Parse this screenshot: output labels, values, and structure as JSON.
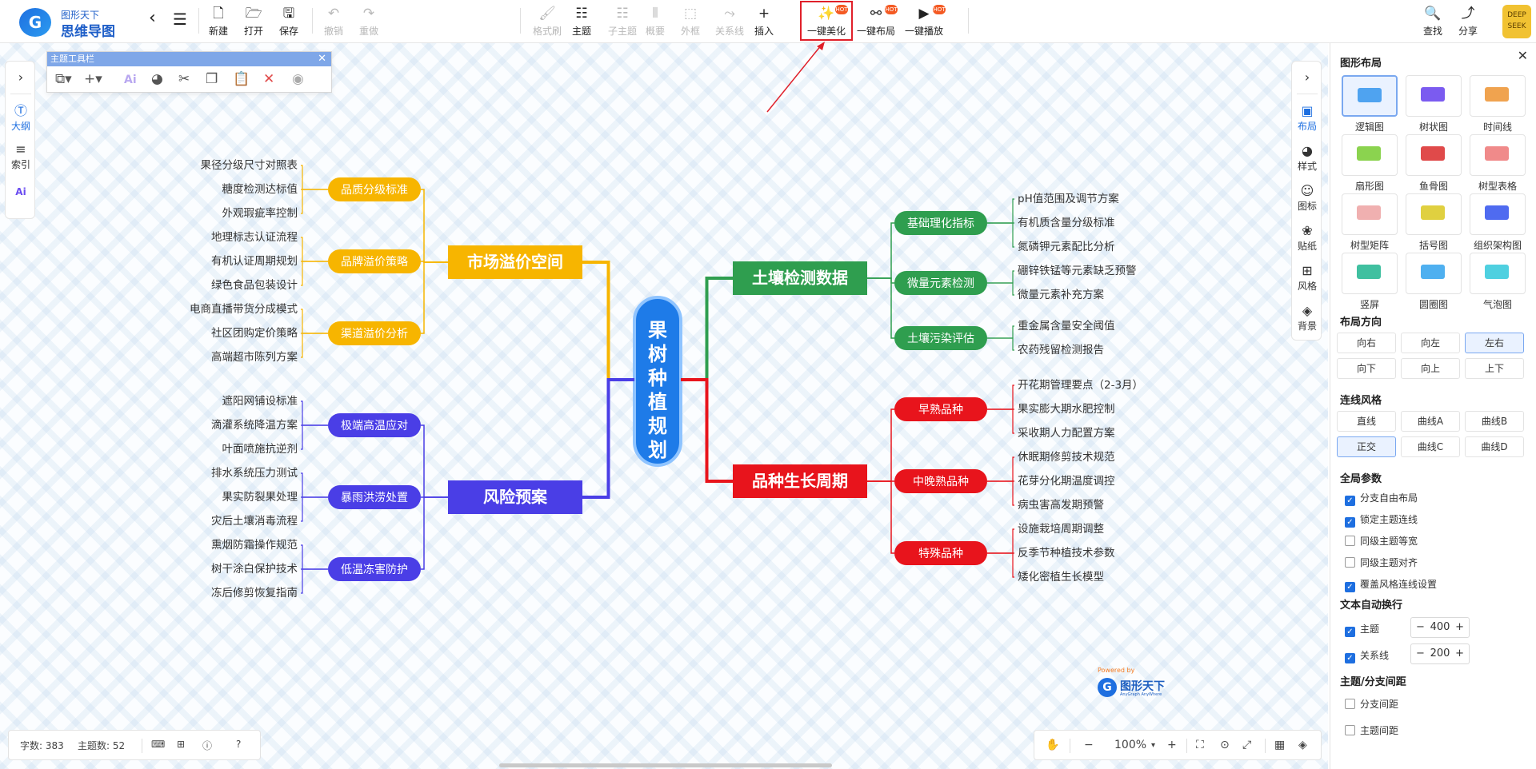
{
  "app": {
    "brand_top": "图形天下",
    "brand_name": "思维导图",
    "logo_letter": "G"
  },
  "toolbar": {
    "items": [
      {
        "label": "新建",
        "icon": "file-icon",
        "enabled": true
      },
      {
        "label": "打开",
        "icon": "folder-icon",
        "enabled": true
      },
      {
        "label": "保存",
        "icon": "save-icon",
        "enabled": true
      },
      {
        "label": "撤销",
        "icon": "undo-icon",
        "enabled": false
      },
      {
        "label": "重做",
        "icon": "redo-icon",
        "enabled": false
      },
      {
        "label": "格式刷",
        "icon": "brush-icon",
        "enabled": false
      },
      {
        "label": "主题",
        "icon": "topic-icon",
        "enabled": true
      },
      {
        "label": "子主题",
        "icon": "subtopic-icon",
        "enabled": false
      },
      {
        "label": "概要",
        "icon": "summary-icon",
        "enabled": false
      },
      {
        "label": "外框",
        "icon": "boundary-icon",
        "enabled": false
      },
      {
        "label": "关系线",
        "icon": "relation-icon",
        "enabled": false
      },
      {
        "label": "插入",
        "icon": "plus-icon",
        "enabled": true
      },
      {
        "label": "一键美化",
        "icon": "magic-wand-icon",
        "enabled": true,
        "badge": "HOT"
      },
      {
        "label": "一键布局",
        "icon": "layout-icon",
        "enabled": true,
        "badge": "HOT"
      },
      {
        "label": "一键播放",
        "icon": "play-icon",
        "enabled": true,
        "badge": "HOT"
      },
      {
        "label": "查找",
        "icon": "search-icon",
        "enabled": true
      },
      {
        "label": "分享",
        "icon": "share-icon",
        "enabled": true
      }
    ]
  },
  "left_rail": [
    {
      "label": "大纲",
      "icon": "outline-icon",
      "active": true
    },
    {
      "label": "索引",
      "icon": "index-icon",
      "active": false
    }
  ],
  "topic_toolbar": {
    "title": "主题工具栏"
  },
  "right_rail": [
    "布局",
    "样式",
    "图标",
    "贴纸",
    "风格",
    "背景"
  ],
  "mindmap": {
    "root": "果树种植规划",
    "branches": [
      {
        "title": "市场溢价空间",
        "color": "#f7b500",
        "side": "left",
        "subs": [
          {
            "title": "品质分级标准",
            "leaves": [
              "果径分级尺寸对照表",
              "糖度检测达标值",
              "外观瑕疵率控制"
            ]
          },
          {
            "title": "品牌溢价策略",
            "leaves": [
              "地理标志认证流程",
              "有机认证周期规划",
              "绿色食品包装设计"
            ]
          },
          {
            "title": "渠道溢价分析",
            "leaves": [
              "电商直播带货分成模式",
              "社区团购定价策略",
              "高端超市陈列方案"
            ]
          }
        ]
      },
      {
        "title": "风险预案",
        "color": "#4a3ee6",
        "side": "left",
        "subs": [
          {
            "title": "极端高温应对",
            "leaves": [
              "遮阳网铺设标准",
              "滴灌系统降温方案",
              "叶面喷施抗逆剂"
            ]
          },
          {
            "title": "暴雨洪涝处置",
            "leaves": [
              "排水系统压力测试",
              "果实防裂果处理",
              "灾后土壤消毒流程"
            ]
          },
          {
            "title": "低温冻害防护",
            "leaves": [
              "熏烟防霜操作规范",
              "树干涂白保护技术",
              "冻后修剪恢复指南"
            ]
          }
        ]
      },
      {
        "title": "土壤检测数据",
        "color": "#2f9e4f",
        "side": "right",
        "subs": [
          {
            "title": "基础理化指标",
            "leaves": [
              "pH值范围及调节方案",
              "有机质含量分级标准",
              "氮磷钾元素配比分析"
            ]
          },
          {
            "title": "微量元素检测",
            "leaves": [
              "硼锌铁锰等元素缺乏预警",
              "微量元素补充方案"
            ]
          },
          {
            "title": "土壤污染评估",
            "leaves": [
              "重金属含量安全阈值",
              "农药残留检测报告"
            ]
          }
        ]
      },
      {
        "title": "品种生长周期",
        "color": "#e8141c",
        "side": "right",
        "subs": [
          {
            "title": "早熟品种",
            "leaves": [
              "开花期管理要点（2-3月）",
              "果实膨大期水肥控制",
              "采收期人力配置方案"
            ]
          },
          {
            "title": "中晚熟品种",
            "leaves": [
              "休眠期修剪技术规范",
              "花芽分化期温度调控",
              "病虫害高发期预警"
            ]
          },
          {
            "title": "特殊品种",
            "leaves": [
              "设施栽培周期调整",
              "反季节种植技术参数",
              "矮化密植生长模型"
            ]
          }
        ]
      }
    ]
  },
  "watermark": {
    "powered": "Powered by",
    "name": "图形天下",
    "sub": "AnyGraph AnyWhere"
  },
  "status": {
    "words": "字数: 383",
    "topics": "主题数: 52",
    "zoom": "100%"
  },
  "panel": {
    "layout_title": "图形布局",
    "layouts": [
      "逻辑图",
      "树状图",
      "时间线",
      "扇形图",
      "鱼骨图",
      "树型表格",
      "树型矩阵",
      "括号图",
      "组织架构图",
      "竖屏",
      "圆圈图",
      "气泡图"
    ],
    "direction_title": "布局方向",
    "directions": [
      "向右",
      "向左",
      "左右",
      "向下",
      "向上",
      "上下"
    ],
    "selected_direction": "左右",
    "line_title": "连线风格",
    "lines": [
      "直线",
      "曲线A",
      "曲线B",
      "正交",
      "曲线C",
      "曲线D"
    ],
    "selected_line": "正交",
    "global_title": "全局参数",
    "globals": [
      {
        "label": "分支自由布局",
        "checked": true
      },
      {
        "label": "锁定主题连线",
        "checked": true
      },
      {
        "label": "同级主题等宽",
        "checked": false
      },
      {
        "label": "同级主题对齐",
        "checked": false
      },
      {
        "label": "覆盖风格连线设置",
        "checked": true
      }
    ],
    "wrap_title": "文本自动换行",
    "wraps": [
      {
        "label": "主题",
        "checked": true,
        "value": "400"
      },
      {
        "label": "关系线",
        "checked": true,
        "value": "200"
      }
    ],
    "spacing_title": "主题/分支间距",
    "spacings": [
      {
        "label": "分支间距",
        "checked": false
      },
      {
        "label": "主题间距",
        "checked": false
      }
    ]
  }
}
